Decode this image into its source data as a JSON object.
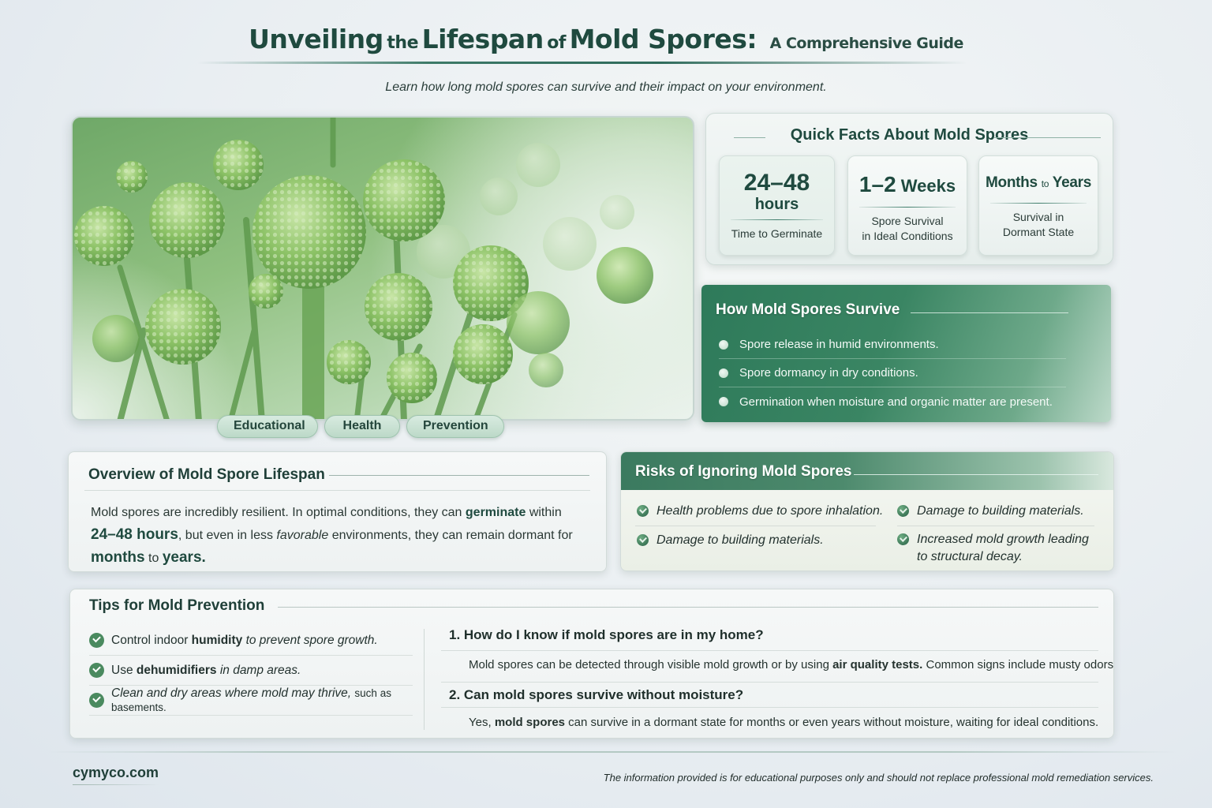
{
  "header": {
    "title_parts": [
      "Unveiling",
      "the",
      "Lifespan",
      "of",
      "Mold Spores:",
      "A Comprehensive Guide"
    ],
    "subtitle": "Learn how long mold spores can survive and their impact on your environment."
  },
  "hero": {
    "image_description": "Microscopic illustration of green mold spore heads (sporangia) on stalks",
    "tags": [
      "Educational",
      "Health",
      "Prevention"
    ]
  },
  "quick_facts": {
    "title": "Quick Facts About Mold Spores",
    "items": [
      {
        "value": "24–48",
        "unit": "hours",
        "label": "Time to Germinate"
      },
      {
        "value": "1–2",
        "unit": "Weeks",
        "label_line1": "Spore Survival",
        "label_line2": "in Ideal Conditions"
      },
      {
        "value": "Months",
        "connector": "to",
        "unit": "Years",
        "label_line1": "Survival in",
        "label_line2": "Dormant State"
      }
    ]
  },
  "survive": {
    "title": "How Mold Spores Survive",
    "items": [
      "Spore release in humid environments.",
      "Spore dormancy in dry conditions.",
      "Germination when moisture and organic matter are present."
    ]
  },
  "overview": {
    "title": "Overview of Mold Spore Lifespan",
    "p1": "Mold spores are incredibly resilient. In optimal conditions, they can ",
    "b1": "germinate",
    "p2": " within",
    "b2": "24–48 hours",
    "p3": ", but even in less ",
    "i1": "favorable",
    "p4": " environments, they can remain dormant for",
    "b3": "months",
    "p5": " to ",
    "b4": "years."
  },
  "risks": {
    "title": "Risks of Ignoring Mold Spores",
    "items": [
      "Health problems due to spore inhalation.",
      "Damage to building materials.",
      "Damage to building materials.",
      "Increased mold growth leading to structural decay."
    ]
  },
  "tips": {
    "title": "Tips for Mold Prevention",
    "items": [
      {
        "pre": "Control indoor ",
        "bold": "humidity",
        "post": " to prevent spore growth.",
        "small": ""
      },
      {
        "pre": "Use ",
        "bold": "dehumidifiers",
        "post": " in damp areas.",
        "small": ""
      },
      {
        "pre": "Clean and dry areas where mold may thrive, ",
        "bold": "",
        "post": "",
        "small": "such as basements."
      }
    ]
  },
  "faq": [
    {
      "question": "1. How do I know if mold spores are in my home?",
      "answer_pre": "Mold spores can be detected through visible mold growth or by using ",
      "answer_bold": "air quality tests.",
      "answer_post": " Common signs include musty odors"
    },
    {
      "question": "2. Can mold spores survive without moisture?",
      "answer_pre": "Yes, ",
      "answer_bold": "mold spores",
      "answer_post": " can survive in a dormant state for months or even years without moisture, waiting for ideal conditions."
    }
  ],
  "footer": {
    "site": "cymyco.com",
    "disclaimer": "The information provided is for educational purposes only and should not replace professional mold remediation services."
  },
  "colors": {
    "primary_green": "#2e7a5a",
    "dark_text_green": "#1f4a3f",
    "tag_bg": "#c8e1d2",
    "background": "#e9eef2"
  }
}
